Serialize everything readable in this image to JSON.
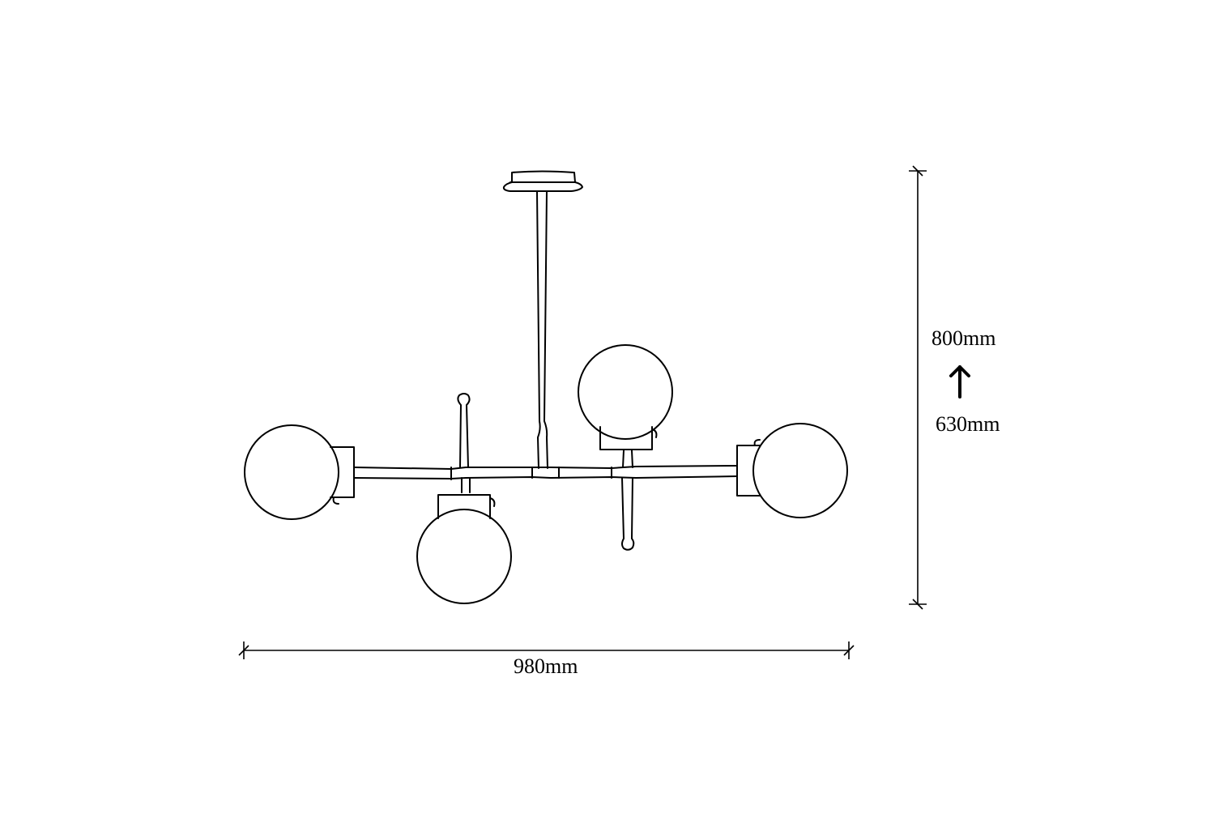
{
  "diagram": {
    "dimensions": {
      "width_label": "980mm",
      "height_max_label": "800mm",
      "height_min_label": "630mm",
      "adjust_icon": "up-arrow-icon"
    },
    "colors": {
      "line": "#000000",
      "background": "#ffffff"
    }
  }
}
